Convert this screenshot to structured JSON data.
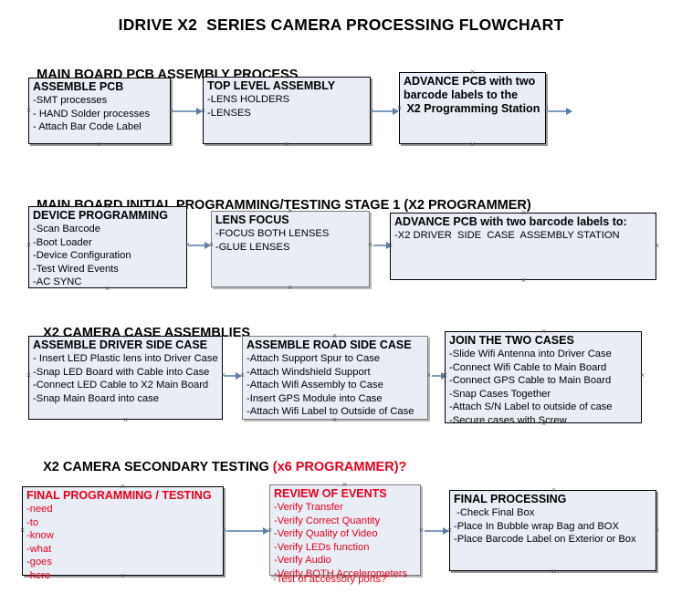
{
  "document": {
    "title": "IDRIVE X2  SERIES CAMERA PROCESSING FLOWCHART"
  },
  "sections": [
    {
      "id": "main-board-pcb-assembly",
      "heading": "MAIN BOARD PCB ASSEMBLY PROCESS",
      "heading_accent": "",
      "nodes": [
        {
          "id": "assemble-pcb",
          "title": "ASSEMBLE PCB",
          "lines": [
            "-SMT processes",
            "- HAND Solder processes",
            "- Attach Bar Code Label"
          ]
        },
        {
          "id": "top-level-assembly",
          "title": "TOP LEVEL ASSEMBLY",
          "lines": [
            "-LENS HOLDERS",
            "-LENSES"
          ]
        },
        {
          "id": "advance-pcb-programming-station",
          "title": "ADVANCE PCB with two",
          "lines": [
            "barcode labels to the",
            " X2 Programming Station"
          ]
        }
      ]
    },
    {
      "id": "main-board-initial-programming",
      "heading": "MAIN BOARD INITIAL PROGRAMMING/TESTING STAGE 1 (X2 PROGRAMMER)",
      "heading_accent": "",
      "nodes": [
        {
          "id": "device-programming",
          "title": "DEVICE PROGRAMMING",
          "lines": [
            "-Scan Barcode",
            "-Boot Loader",
            "-Device Configuration",
            "-Test Wired Events",
            "-AC SYNC"
          ]
        },
        {
          "id": "lens-focus",
          "title": "LENS FOCUS",
          "lines": [
            "-FOCUS BOTH LENSES",
            "-GLUE LENSES"
          ]
        },
        {
          "id": "advance-pcb-driver-side-station",
          "title": "ADVANCE PCB with two barcode labels to:",
          "lines": [
            "-X2 DRIVER  SIDE  CASE  ASSEMBLY STATION"
          ]
        }
      ]
    },
    {
      "id": "x2-camera-case-assemblies",
      "heading": "X2 CAMERA CASE ASSEMBLIES",
      "heading_accent": "",
      "nodes": [
        {
          "id": "assemble-driver-side-case",
          "title": "ASSEMBLE DRIVER SIDE CASE",
          "lines": [
            "- Insert LED Plastic lens into Driver Case",
            "-Snap LED Board with Cable into Case",
            "-Connect LED Cable to X2 Main Board",
            "-Snap Main Board into case"
          ]
        },
        {
          "id": "assemble-road-side-case",
          "title": "ASSEMBLE ROAD SIDE CASE",
          "lines": [
            "-Attach Support Spur to Case",
            "-Attach Windshield Support",
            "-Attach Wifi Assembly to Case",
            "-Insert GPS Module into Case",
            "-Attach Wifi Label to Outside of Case"
          ]
        },
        {
          "id": "join-the-two-cases",
          "title": "JOIN THE TWO CASES",
          "lines": [
            "-Slide Wifi Antenna into Driver Case",
            "-Connect Wifi Cable to Main Board",
            "-Connect GPS Cable to Main Board",
            "-Snap Cases Together",
            "-Attach S/N Label to outside of case",
            "-Secure cases with Screw"
          ]
        }
      ]
    },
    {
      "id": "x2-camera-secondary-testing",
      "heading": "X2 CAMERA SECONDARY TESTING ",
      "heading_accent": "(x6 PROGRAMMER)?",
      "nodes": [
        {
          "id": "final-programming-testing",
          "title": "FINAL PROGRAMMING / TESTING",
          "lines": [
            "-need",
            "-to",
            "-know",
            "-what",
            "-goes",
            "-here"
          ]
        },
        {
          "id": "review-of-events",
          "title": "REVIEW OF EVENTS",
          "lines": [
            "-Verify Transfer",
            "-Verify Correct Quantity",
            "-Verify Quality of Video",
            "-Verify LEDs function",
            "-Verify Audio",
            "-Verify BOTH Accelerometers"
          ],
          "overflow_line": "-Test of accessory ports?"
        },
        {
          "id": "final-processing",
          "title": "FINAL PROCESSING",
          "lines": [
            " -Check Final Box",
            "-Place In Bubble wrap Bag and BOX",
            "-Place Barcode Label on Exterior or Box"
          ]
        }
      ]
    }
  ],
  "colors": {
    "box_fill": "#e8edf6",
    "box_border": "#000000",
    "connector": "#7e9ec0",
    "accent_red": "#e8001c",
    "text": "#000000"
  }
}
